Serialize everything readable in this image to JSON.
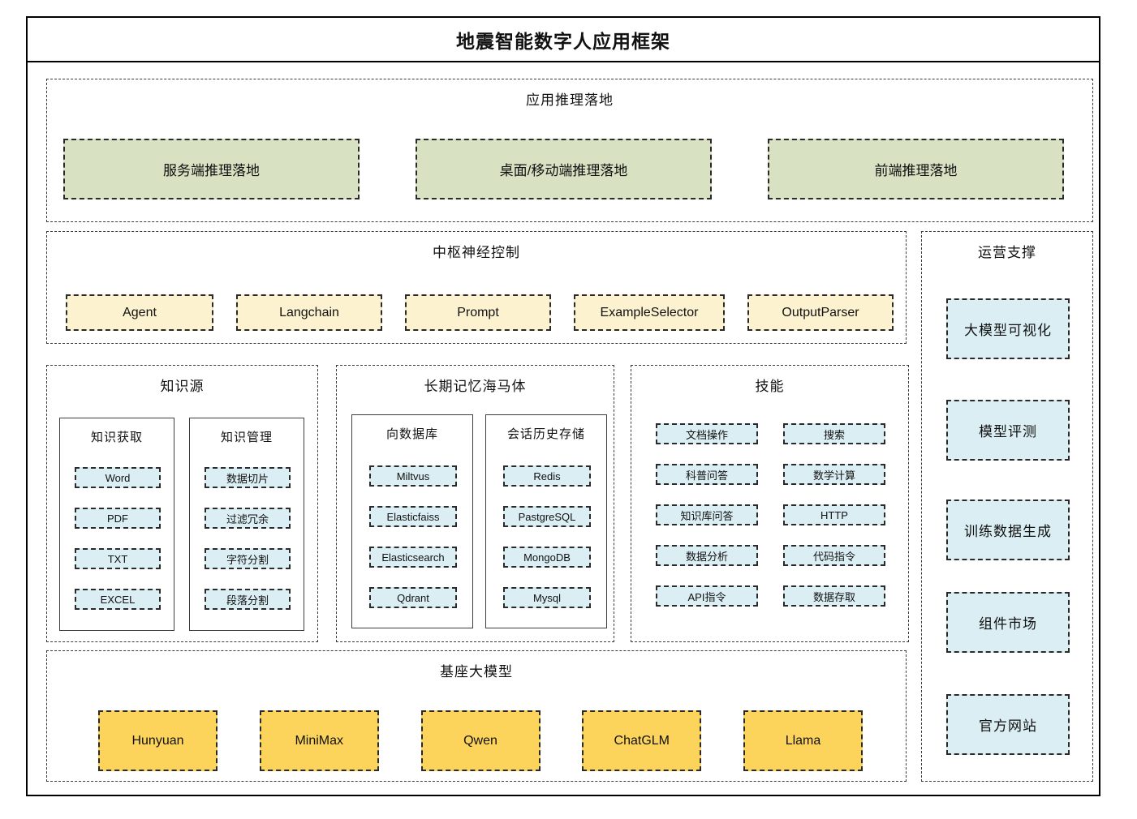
{
  "title": "地震智能数字人应用框架",
  "colors": {
    "inference_green": "#d8e2c2",
    "neural_yellow": "#fdf2cf",
    "support_blue": "#daeef3",
    "model_orange": "#fcd35b",
    "border": "#2a2a2a"
  },
  "app_inference": {
    "title": "应用推理落地",
    "boxes": [
      "服务端推理落地",
      "桌面/移动端推理落地",
      "前端推理落地"
    ]
  },
  "neural_control": {
    "title": "中枢神经控制",
    "boxes": [
      "Agent",
      "Langchain",
      "Prompt",
      "ExampleSelector",
      "OutputParser"
    ]
  },
  "operations": {
    "title": "运营支撑",
    "boxes": [
      "大模型可视化",
      "模型评测",
      "训练数据生成",
      "组件市场",
      "官方网站"
    ]
  },
  "knowledge_source": {
    "title": "知识源",
    "groups": [
      {
        "title": "知识获取",
        "items": [
          "Word",
          "PDF",
          "TXT",
          "EXCEL"
        ]
      },
      {
        "title": "知识管理",
        "items": [
          "数据切片",
          "过滤冗余",
          "字符分割",
          "段落分割"
        ]
      }
    ]
  },
  "long_term_memory": {
    "title": "长期记忆海马体",
    "groups": [
      {
        "title": "向数据库",
        "items": [
          "Miltvus",
          "Elasticfaiss",
          "Elasticsearch",
          "Qdrant"
        ]
      },
      {
        "title": "会话历史存储",
        "items": [
          "Redis",
          "PastgreSQL",
          "MongoDB",
          "Mysql"
        ]
      }
    ]
  },
  "skills": {
    "title": "技能",
    "columns": [
      [
        "文档操作",
        "科普问答",
        "知识库问答",
        "数据分析",
        "API指令"
      ],
      [
        "搜索",
        "数学计算",
        "HTTP",
        "代码指令",
        "数据存取"
      ]
    ]
  },
  "base_models": {
    "title": "基座大模型",
    "boxes": [
      "Hunyuan",
      "MiniMax",
      "Qwen",
      "ChatGLM",
      "Llama"
    ]
  }
}
